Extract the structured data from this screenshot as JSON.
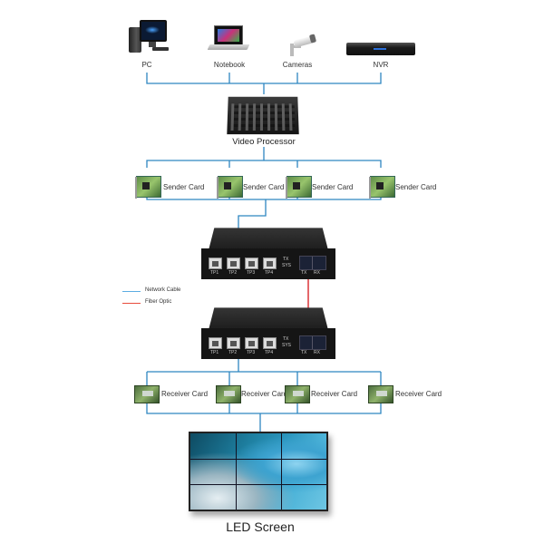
{
  "title": "LED Screen Control System Diagram",
  "colors": {
    "network_cable": "#2e86c1",
    "fiber_optic": "#d9262b",
    "label_text": "#333333"
  },
  "sources": [
    {
      "label": "PC",
      "icon": "desktop-pc-icon"
    },
    {
      "label": "Notebook",
      "icon": "laptop-icon"
    },
    {
      "label": "Cameras",
      "icon": "security-camera-icon"
    },
    {
      "label": "NVR",
      "icon": "nvr-recorder-icon"
    }
  ],
  "processor": {
    "label": "Video Processor",
    "icon": "video-processor-icon"
  },
  "sender_cards": [
    {
      "label": "Sender Card"
    },
    {
      "label": "Sender Card"
    },
    {
      "label": "Sender Card"
    },
    {
      "label": "Sender Card"
    }
  ],
  "fiber_converters": [
    {
      "ports": [
        "TP1",
        "TP2",
        "TP3",
        "TP4"
      ],
      "status_labels": [
        "TX",
        "SYS"
      ],
      "fiber_ports": [
        "TX",
        "RX"
      ]
    },
    {
      "ports": [
        "TP1",
        "TP2",
        "TP3",
        "TP4"
      ],
      "status_labels": [
        "TX",
        "SYS"
      ],
      "fiber_ports": [
        "TX",
        "RX"
      ]
    }
  ],
  "legend": [
    {
      "label": "Network Cable",
      "color": "#5dade2"
    },
    {
      "label": "Fiber Optic",
      "color": "#e74c3c"
    }
  ],
  "receiver_cards": [
    {
      "label": "Receiver Card"
    },
    {
      "label": "Receiver Card"
    },
    {
      "label": "Receiver Card"
    },
    {
      "label": "Receiver Card"
    }
  ],
  "display": {
    "label": "LED Screen",
    "grid": "3x3"
  }
}
